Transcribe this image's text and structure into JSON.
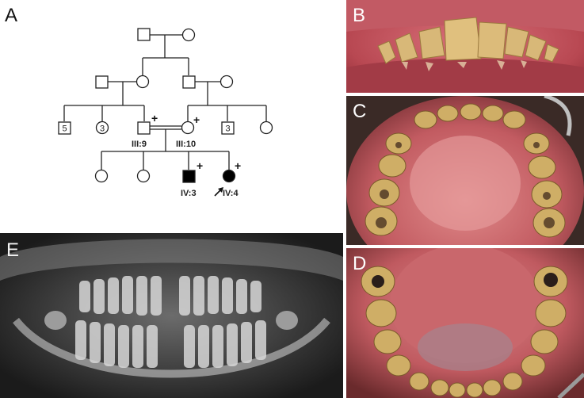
{
  "figure": {
    "panel_letters": {
      "a": "A",
      "b": "B",
      "c": "C",
      "d": "D",
      "e": "E"
    }
  },
  "pedigree": {
    "generation3": {
      "brothers_count": "5",
      "sisters_count": "3",
      "cousin_brothers_count": "3"
    },
    "labels": {
      "father": "III:9",
      "mother": "III:10",
      "affected_son": "IV:3",
      "proband": "IV:4"
    },
    "carrier_marker": "+"
  },
  "colors": {
    "pedigree_stroke": "#222222",
    "affected_fill": "#000000",
    "gum_pink": "#c7545f",
    "tooth_yellow": "#d8b878",
    "radiograph_bg": "#161616"
  }
}
